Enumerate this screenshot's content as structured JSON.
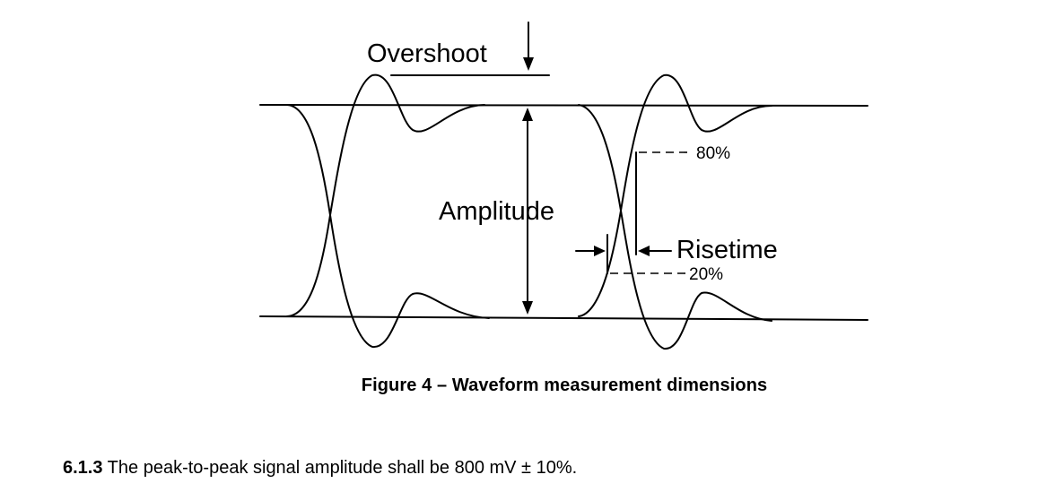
{
  "figure": {
    "labels": {
      "overshoot": "Overshoot",
      "amplitude": "Amplitude",
      "risetime": "Risetime",
      "pct80": "80%",
      "pct20": "20%"
    }
  },
  "caption": {
    "text": "Figure 4 – Waveform measurement dimensions"
  },
  "paragraph": {
    "section": "6.1.3",
    "text": " The peak-to-peak signal amplitude shall be 800 mV ± 10%."
  }
}
